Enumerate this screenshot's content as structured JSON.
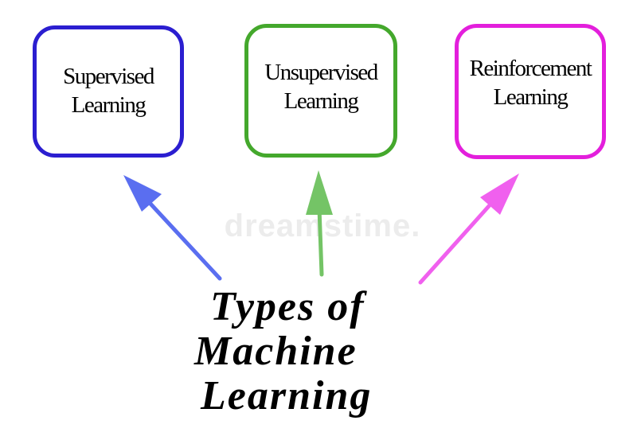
{
  "diagram": {
    "boxes": [
      {
        "id": "supervised",
        "line1": "Supervised",
        "line2": "Learning",
        "color": "#2b1ed0"
      },
      {
        "id": "unsupervised",
        "line1": "Unsupervised",
        "line2": "Learning",
        "color": "#44a82c"
      },
      {
        "id": "reinforcement",
        "line1": "Reinforcement",
        "line2": "Learning",
        "color": "#e31fdc"
      }
    ],
    "arrows": [
      {
        "target": "supervised",
        "color": "#5a6ef0"
      },
      {
        "target": "unsupervised",
        "color": "#74c466"
      },
      {
        "target": "reinforcement",
        "color": "#f060ee"
      }
    ],
    "title": {
      "line1": "Types of",
      "line2": "Machine",
      "line3": "Learning"
    },
    "watermark": "dreamstime."
  }
}
